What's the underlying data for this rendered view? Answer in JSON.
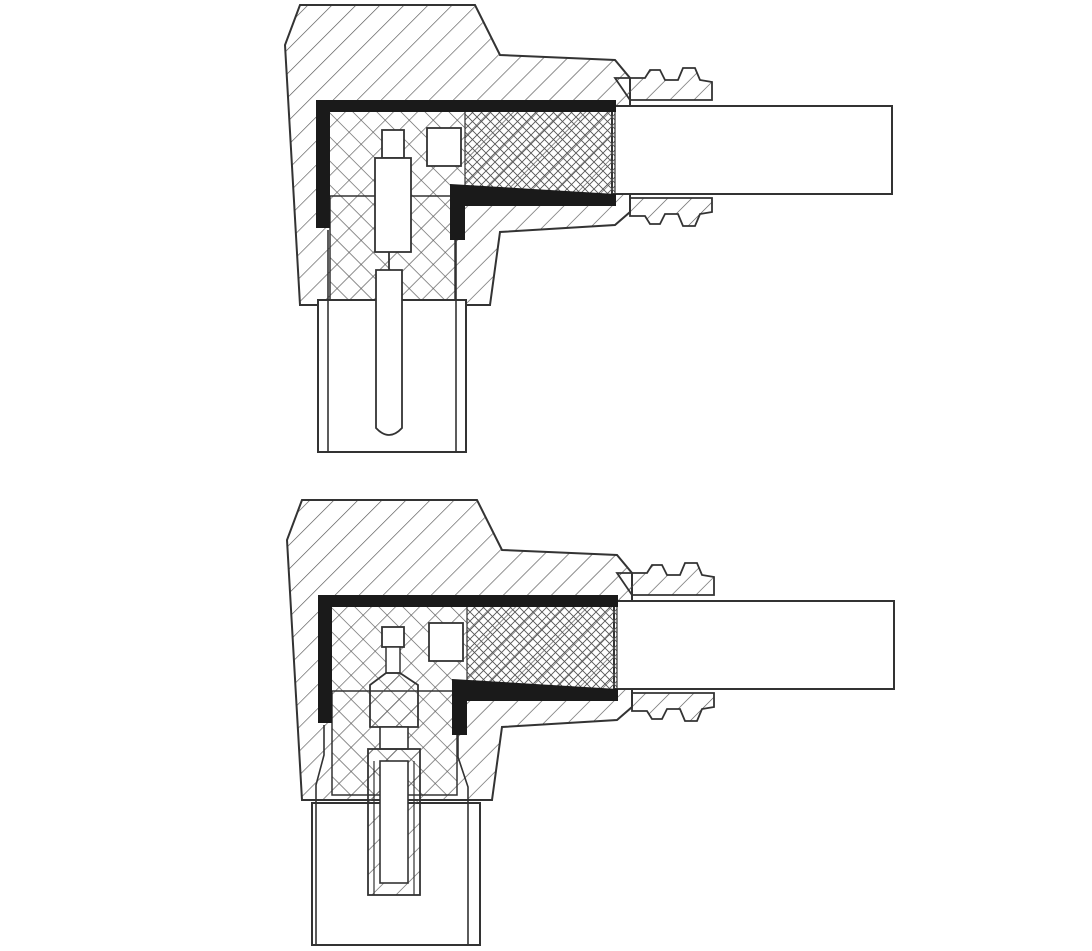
{
  "diagram": {
    "kind": "cross-section drawing",
    "views": [
      {
        "id": "top",
        "variant": "male-pin contact"
      },
      {
        "id": "bottom",
        "variant": "female-socket contact"
      }
    ],
    "colors": {
      "background": "#ffffff",
      "outline": "#333333",
      "shield": "#1a1a1a",
      "hatch": "#555555",
      "mesh": "#555555"
    },
    "icons": [
      "hatch-pattern",
      "crosshatch-mesh-pattern"
    ]
  }
}
